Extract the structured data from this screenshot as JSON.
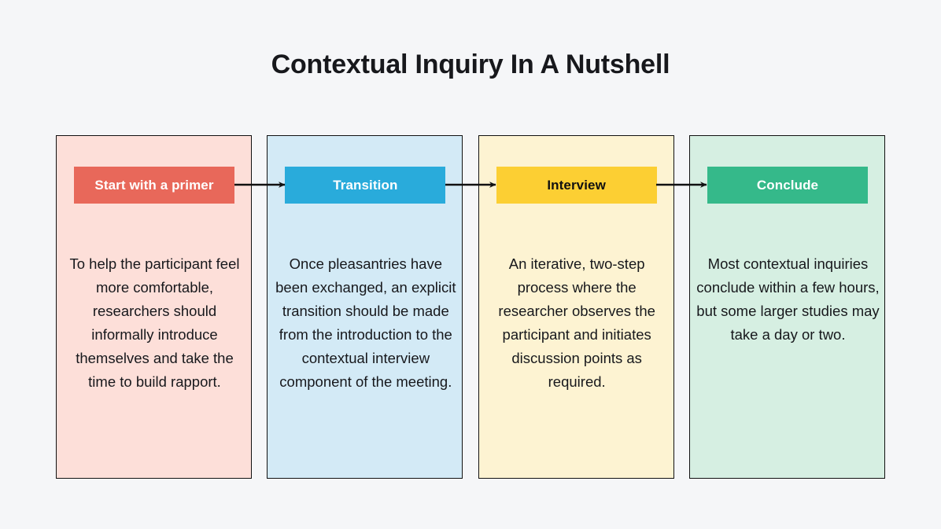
{
  "title": "Contextual Inquiry In A Nutshell",
  "theme": {
    "page_background": "#f5f6f8",
    "border": "#111111",
    "text": "#17181c"
  },
  "diagram": {
    "type": "flow",
    "direction": "left-to-right",
    "connector": "arrow",
    "steps": [
      {
        "label": "Start with a primer",
        "body": "To help the participant feel more comfortable, researchers should informally introduce themselves and take the time to build rapport.",
        "badge_color": "#e8685a",
        "badge_text_color": "#ffffff",
        "panel_color": "#fddfd9"
      },
      {
        "label": "Transition",
        "body": "Once pleasantries have been exchanged, an explicit transition should be made from the introduction to the contextual interview component of the meeting.",
        "badge_color": "#29abdb",
        "badge_text_color": "#ffffff",
        "panel_color": "#d3eaf6"
      },
      {
        "label": "Interview",
        "body": "An iterative, two-step process where the researcher observes the participant and initiates discussion points as required.",
        "badge_color": "#fccf33",
        "badge_text_color": "#111111",
        "panel_color": "#fdf3d2"
      },
      {
        "label": "Conclude",
        "body": "Most contextual inquiries conclude within a few hours, but some larger studies may take a day or two.",
        "badge_color": "#35b98a",
        "badge_text_color": "#ffffff",
        "panel_color": "#d6efe2"
      }
    ]
  }
}
